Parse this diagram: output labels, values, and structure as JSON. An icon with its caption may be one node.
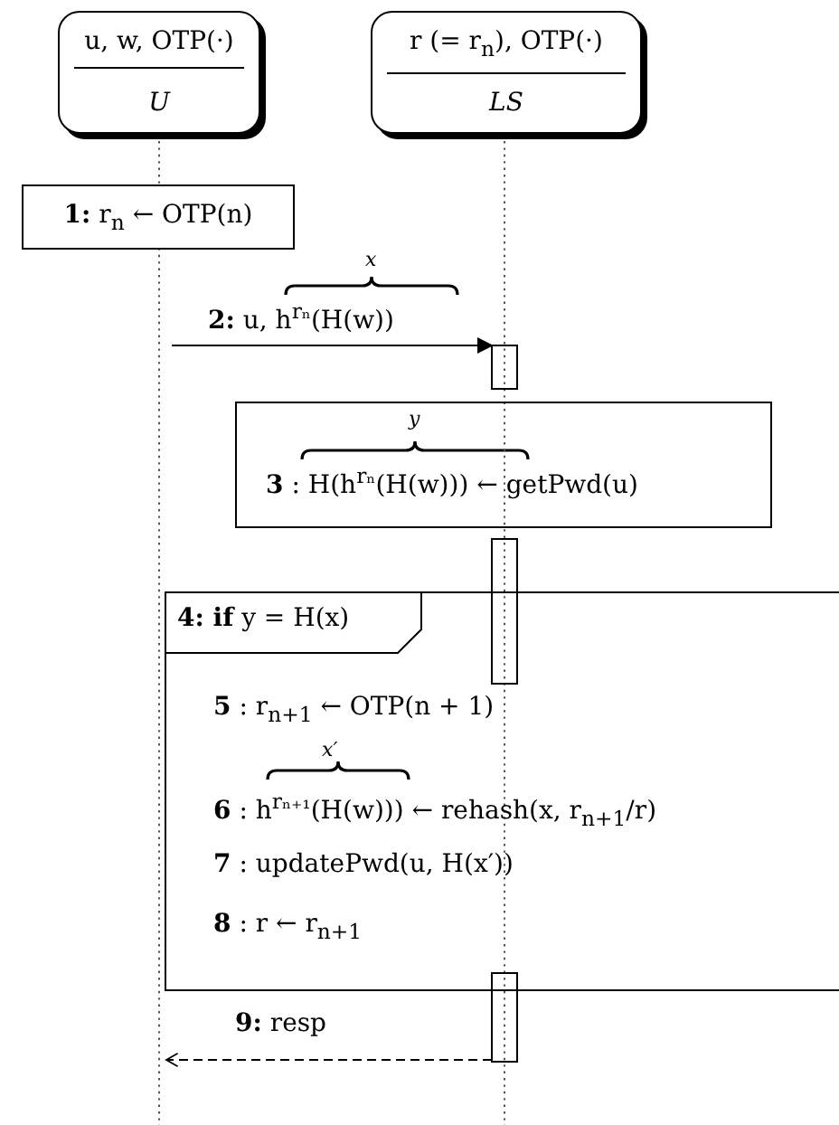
{
  "diagram": {
    "nodes": [
      {
        "text": [
          "u, w, OTP(·)",
          "U"
        ]
      },
      {
        "text": [
          "r (= r$_{n}$), OTP(·)",
          "LS"
        ]
      },
      {
        "text": [
          "**1:** r$_{n}$ ← OTP(n)"
        ]
      },
      {
        "text": [
          "y",
          "**3** : H(h$^{rₙ}$(H(w))) ← getPwd(u)"
        ]
      },
      {
        "text": [
          "**4: if** y = H(x)",
          "**5** : r$_{n+1}$ ← OTP(n + 1)",
          "x′",
          "**6** : h$^{rₙ₊₁}$(H(w))) ← rehash(x, r$_{n+1}$/r)",
          "**7** : updatePwd(u, H(x′))",
          "**8** : r ← r$_{n+1}$"
        ]
      }
    ],
    "edges": [
      {
        "from": 0,
        "to": 1,
        "arrow": "to",
        "label": "**2:** u, h$^{rₙ}$(H(w))"
      },
      {
        "from": 1,
        "to": 0,
        "arrow": "to",
        "label": "**9:** resp",
        "style": "dashed"
      }
    ],
    "labels": [
      "x"
    ]
  }
}
